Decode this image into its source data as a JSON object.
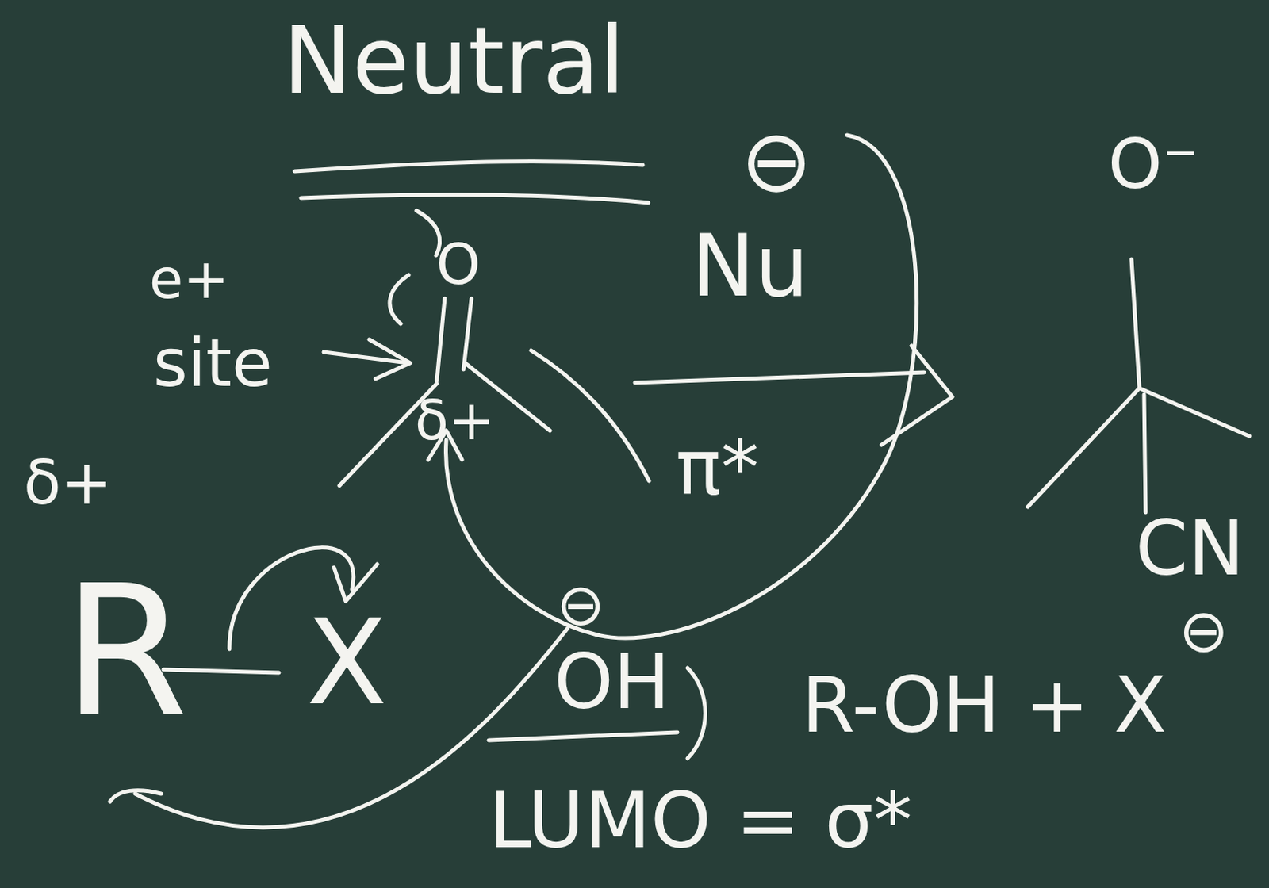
{
  "diagram": {
    "labels": [
      "Neutral",
      "e+",
      "site",
      "O",
      "δ+",
      "⊖",
      "Nu",
      "π*",
      "δ+",
      "R",
      "X",
      "⊖",
      "OH",
      "R-OH + X",
      "⊖",
      "LUMO = σ*",
      "O⁻",
      "CN"
    ]
  }
}
